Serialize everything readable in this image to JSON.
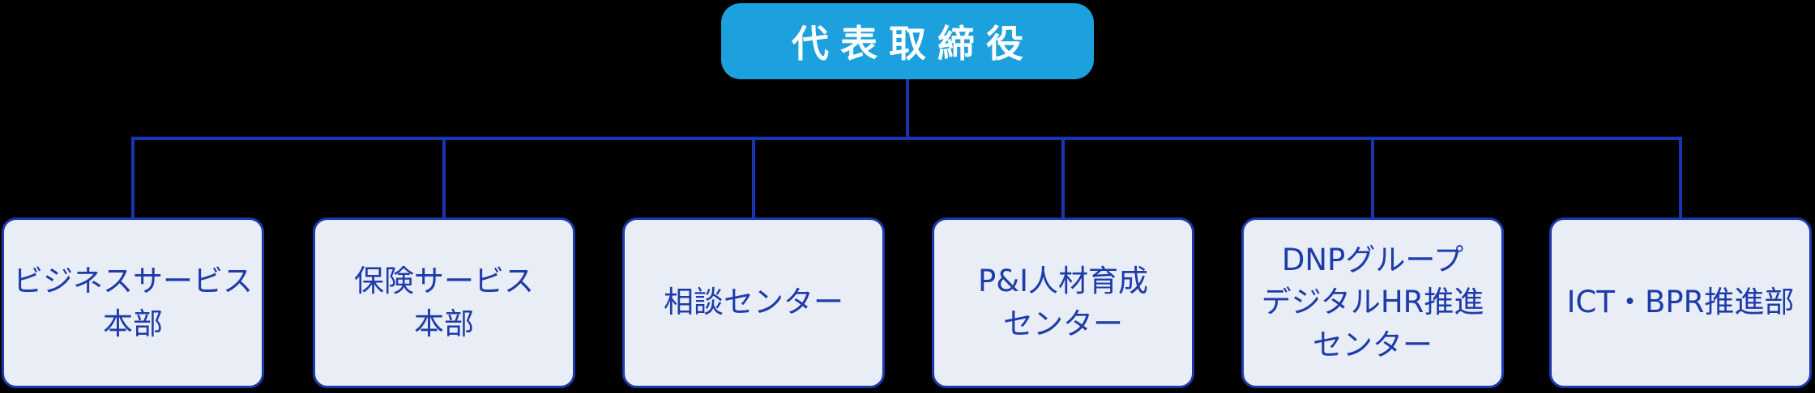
{
  "chart": {
    "type": "org-chart",
    "root": {
      "label": "代表取締役"
    },
    "children": [
      {
        "label": "ビジネスサービス\n本部"
      },
      {
        "label": "保険サービス\n本部"
      },
      {
        "label": "相談センター"
      },
      {
        "label": "P&I人材育成\nセンター"
      },
      {
        "label": "DNPグループ\nデジタルHR推進\nセンター"
      },
      {
        "label": "ICT・BPR推進部"
      }
    ],
    "colors": {
      "background": "#000000",
      "root_fill": "#1CA1DE",
      "root_text": "#FFFFFF",
      "connector": "#1A35B2",
      "node_fill": "#E8EDF6",
      "node_border": "#1D39AE",
      "node_text": "#1E3BAA"
    }
  }
}
